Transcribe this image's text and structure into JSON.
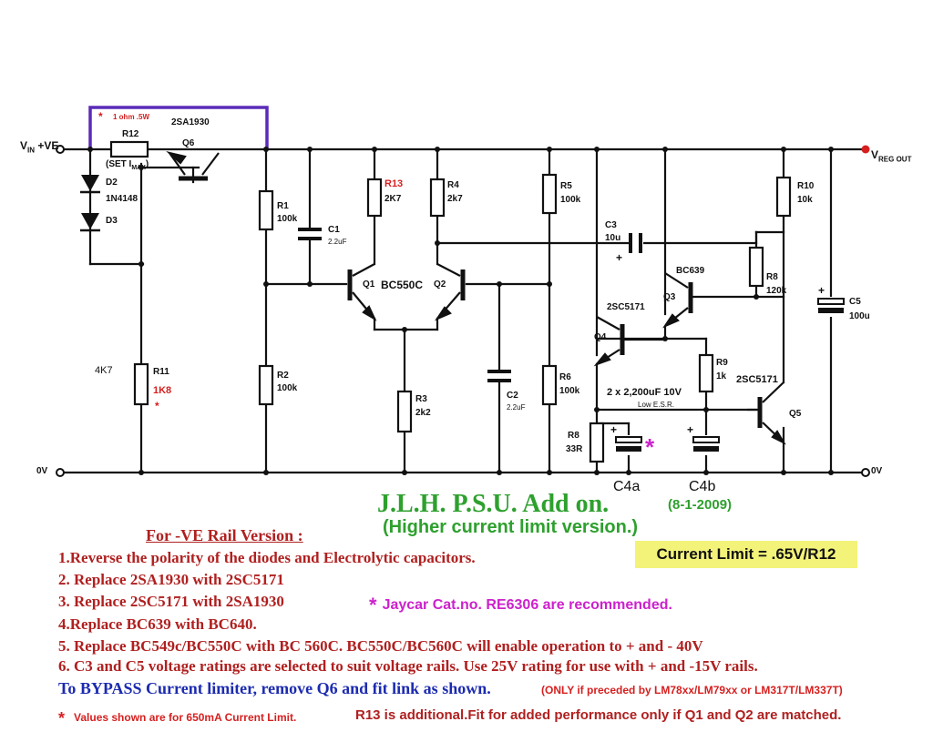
{
  "labels": {
    "vin": "V",
    "vin_sub": "IN",
    "vin_suffix": " +VE",
    "vreg": "V",
    "vreg_sub": "REG OUT",
    "zero_v_left": "0V",
    "zero_v_right": "0V",
    "bypass_star": "*",
    "r12_note": "1 ohm .5W",
    "q6_part": "2SA1930",
    "q6": "Q6",
    "r12": "R12",
    "r12_set": "(SET I",
    "r12_set_sub": "MAX",
    "r12_set_end": ")",
    "d2": "D2",
    "d2_part": "1N4148",
    "d3": "D3",
    "val_4k7": "4K7",
    "r11": "R11",
    "r11_val": "1K8",
    "r11_star": "*",
    "r1": "R1",
    "r1_val": "100k",
    "c1": "C1",
    "c1_val": "2.2uF",
    "r2": "R2",
    "r2_val": "100k",
    "r13": "R13",
    "r13_val": "2K7",
    "r4": "R4",
    "r4_val": "2k7",
    "q1": "Q1",
    "q12_part": "BC550C",
    "q2": "Q2",
    "r3": "R3",
    "r3_val": "2k2",
    "c2": "C2",
    "c2_val": "2.2uF",
    "r5": "R5",
    "r5_val": "100k",
    "r6": "R6",
    "r6_val": "100k",
    "c3": "C3",
    "c3_val": "10u",
    "c3_plus": "+",
    "q3_part": "BC639",
    "q3": "Q3",
    "q4_part": "2SC5171",
    "q4": "Q4",
    "r8_upper": "R8",
    "r8_upper_val": "120k",
    "r10": "R10",
    "r10_val": "10k",
    "c5": "C5",
    "c5_val": "100u",
    "c5_plus": "+",
    "r9": "R9",
    "r9_val": "1k",
    "q5_part": "2SC5171",
    "q5": "Q5",
    "cap_spec": "2 x 2,200uF 10V",
    "cap_spec_sub": "Low E.S.R.",
    "r8_lower": "R8",
    "r8_lower_val": "33R",
    "c4a": "C4a",
    "c4b": "C4b",
    "c4a_plus": "+",
    "c4b_plus": "+",
    "c4_star": "*"
  },
  "title": "J.L.H. P.S.U. Add on.",
  "title_date": "(8-1-2009)",
  "subtitle": "(Higher current limit version.)",
  "current_limit": "Current Limit = .65V/R12",
  "jaycar_star": "*",
  "jaycar_note": "Jaycar Cat.no. RE6306 are recommended.",
  "neg_rail_heading": "For -VE Rail Version :",
  "instructions": [
    "1.Reverse the polarity of the diodes and Electrolytic capacitors.",
    "2. Replace 2SA1930 with 2SC5171",
    "3. Replace 2SC5171 with 2SA1930",
    "4.Replace BC639 with BC640.",
    "5. Replace BC549c/BC550C with BC 560C. BC550C/BC560C will enable operation to + and - 40V",
    "6. C3 and C5 voltage ratings are selected to suit voltage rails. Use 25V rating for use with + and -15V rails."
  ],
  "bypass_text": "To BYPASS Current limiter, remove Q6 and fit link as shown.",
  "bypass_note": "(ONLY if preceded by LM78xx/LM79xx or LM317T/LM337T)",
  "values_star": "*",
  "values_note": "Values shown are for 650mA Current Limit.",
  "r13_note": "R13 is additional.Fit for added performance only if Q1 and Q2 are matched.",
  "colors": {
    "wire": "#111111",
    "bypass_link": "#5a2bb8",
    "red_text": "#d62020",
    "instruction_text": "#b02020",
    "title_green": "#2ea02e",
    "highlight": "#f3f37a",
    "magenta": "#cc22cc",
    "bypass_blue": "#1c2bb0"
  }
}
